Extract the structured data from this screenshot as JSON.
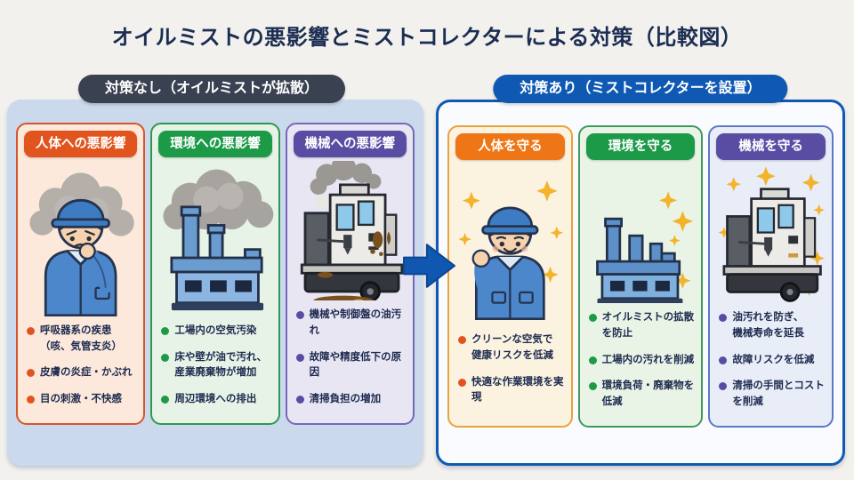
{
  "title": "オイルミストの悪影響とミストコレクターによる対策（比較図）",
  "colors": {
    "background": "#f2f1ee",
    "title_text": "#1b2d52",
    "no_section_pill_bg": "#3a4150",
    "yes_section_pill_bg": "#1059b3",
    "no_section_panel_bg": "#cbd9ec",
    "yes_section_border": "#1059b3",
    "arrow": "#1057b0",
    "orange_accent": "#e2541e",
    "green_accent": "#1d9a48",
    "purple_accent": "#584da3"
  },
  "arrow": {
    "icon": "right-arrow-icon"
  },
  "left": {
    "label": "対策なし（オイルミストが拡散）",
    "columns": [
      {
        "header": "人体への悪影響",
        "accent": "#e2541e",
        "illustration": "sick-worker",
        "bullets": [
          "呼吸器系の疾患\n（咳、気管支炎）",
          "皮膚の炎症・かぶれ",
          "目の刺激・不快感"
        ]
      },
      {
        "header": "環境への悪影響",
        "accent": "#1d9a48",
        "illustration": "smoky-factory",
        "bullets": [
          "工場内の空気汚染",
          "床や壁が油で汚れ、\n産業廃棄物が増加",
          "周辺環境への排出"
        ]
      },
      {
        "header": "機械への悪影響",
        "accent": "#584da3",
        "illustration": "oily-machine",
        "bullets": [
          "機械や制御盤の油汚れ",
          "故障や精度低下の原因",
          "清掃負担の増加"
        ]
      }
    ]
  },
  "right": {
    "label": "対策あり（ミストコレクターを設置）",
    "columns": [
      {
        "header": "人体を守る",
        "accent": "#ee7616",
        "illustration": "happy-worker",
        "bullets": [
          "クリーンな空気で\n健康リスクを低減",
          "快適な作業環境を実現"
        ]
      },
      {
        "header": "環境を守る",
        "accent": "#1d9a48",
        "illustration": "clean-factory",
        "bullets": [
          "オイルミストの拡散を防止",
          "工場内の汚れを削減",
          "環境負荷・廃棄物を低減"
        ]
      },
      {
        "header": "機械を守る",
        "accent": "#584da3",
        "illustration": "clean-machine",
        "bullets": [
          "油汚れを防ぎ、\n機械寿命を延長",
          "故障リスクを低減",
          "清掃の手間とコストを削減"
        ]
      }
    ]
  }
}
